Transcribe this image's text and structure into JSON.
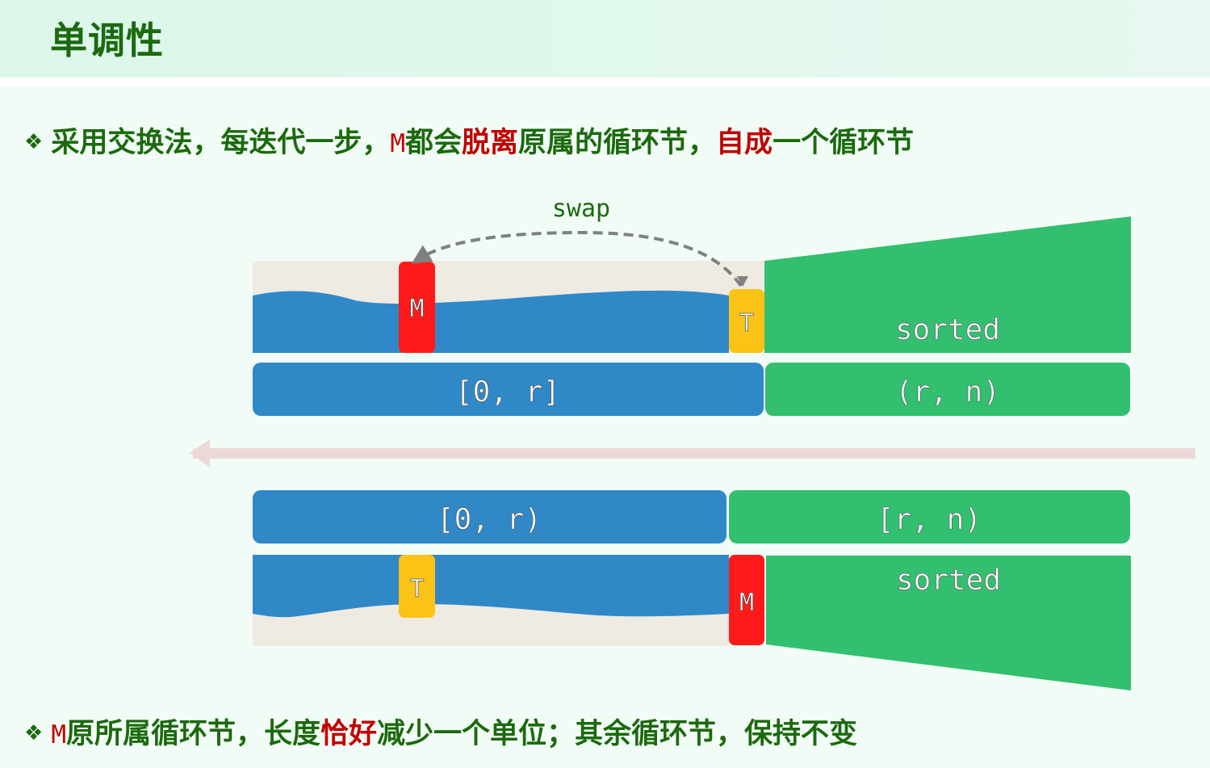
{
  "header": {
    "title": "单调性"
  },
  "bullets": [
    {
      "icon": "diamond-bullet-icon",
      "segments": [
        {
          "text": "采用交换法，每迭代一步，",
          "style": "normal"
        },
        {
          "text": "M",
          "style": "red-mono"
        },
        {
          "text": "都会",
          "style": "normal"
        },
        {
          "text": "脱离",
          "style": "red"
        },
        {
          "text": "原属的循环节，",
          "style": "normal"
        },
        {
          "text": "自成",
          "style": "red"
        },
        {
          "text": "一个循环节",
          "style": "normal"
        }
      ]
    },
    {
      "icon": "diamond-bullet-icon",
      "segments": [
        {
          "text": "M",
          "style": "red-mono"
        },
        {
          "text": "原所属循环节，长度",
          "style": "normal"
        },
        {
          "text": "恰好",
          "style": "red"
        },
        {
          "text": "减少一个单位；其余循环节，保持不变",
          "style": "normal"
        }
      ]
    }
  ],
  "diagram": {
    "swap_label": "swap",
    "before": {
      "max_label": "M",
      "tail_label": "T",
      "sorted_label": "sorted",
      "unsorted_range": "[0, r]",
      "sorted_range": "(r, n)"
    },
    "after": {
      "max_label": "M",
      "tail_label": "T",
      "sorted_label": "sorted",
      "unsorted_range": "[0, r)",
      "sorted_range": "[r, n)"
    },
    "direction": "right-to-left",
    "colors": {
      "unsorted": "#3088c7",
      "sorted": "#32bf70",
      "max": "#fe1a1a",
      "tail": "#fac316",
      "background_band": "#efebe2",
      "arrow": "#ecd9d7",
      "swap_arrow": "#808080",
      "title_green": "#1b6a0e",
      "emphasis_red": "#c00000"
    }
  }
}
